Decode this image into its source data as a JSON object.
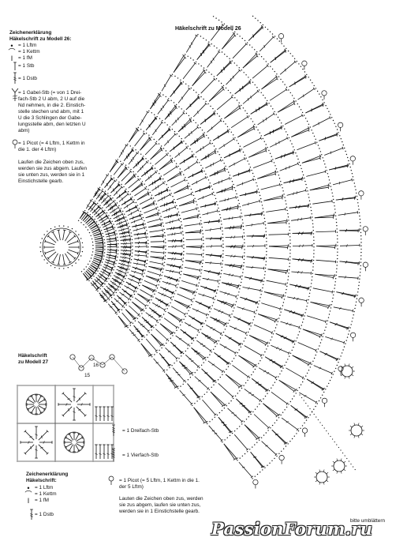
{
  "title_main": "Häkelschrift zu Modell 26",
  "legend1": {
    "heading1": "Zeichenerklärung",
    "heading2": "Häkelschrift zu Modell 26:",
    "lftm": "= 1 Lftm",
    "kettm": "= 1 Kettm",
    "fm": "= 1 fM",
    "stb": "= 1 Stb",
    "dstb": "= 1 Dstb",
    "gabel": [
      "= 1 Gabel-Stb (= von 1 Drei-",
      "fach-Stb 2 U abm, 2 U auf die",
      "Nd nehmen, in die 2. Einstich-",
      "stelle stechen und abm, mit 1",
      "U die 3 Schlingen der Gabe-",
      "lungsstelle abm, den letzten U",
      "abm)"
    ],
    "picot": [
      "= 1 Picot (= 4 Lftm, 1 Kettm in",
      "die 1. der 4 Lftm)"
    ],
    "note": [
      "Laufen die Zeichen oben zus,",
      "werden sie zus abgem. Laufen",
      "sie unten zus, werden sie in 1",
      "Einstichstelle gearb."
    ]
  },
  "model27": {
    "title1": "Häkelschrift",
    "title2": "zu Modell 27",
    "num15": "15",
    "num16": "16"
  },
  "legend2": {
    "heading1": "Zeichenerklärung",
    "heading2": "Häkelschrift:",
    "lftm": "= 1 Lftm",
    "kettm": "= 1 Kettm",
    "fm": "= 1 fM",
    "dstb": "= 1 Dstb",
    "dreifach": "= 1 Dreifach-Stb",
    "vierfach": "= 1 Vierfach-Stb",
    "picot": [
      "= 1 Picot (= 5 Lftm, 1 Kettm in die 1.",
      "der 5 Lftm)"
    ],
    "note": [
      "Lauten die Zeichen oben zus, werden",
      "sie zus abgem, laufen sie unten zus,",
      "werden sie in 1 Einstichstelle gearb."
    ]
  },
  "footer": "bitte umblättern",
  "watermark": "PassionForum.ru"
}
